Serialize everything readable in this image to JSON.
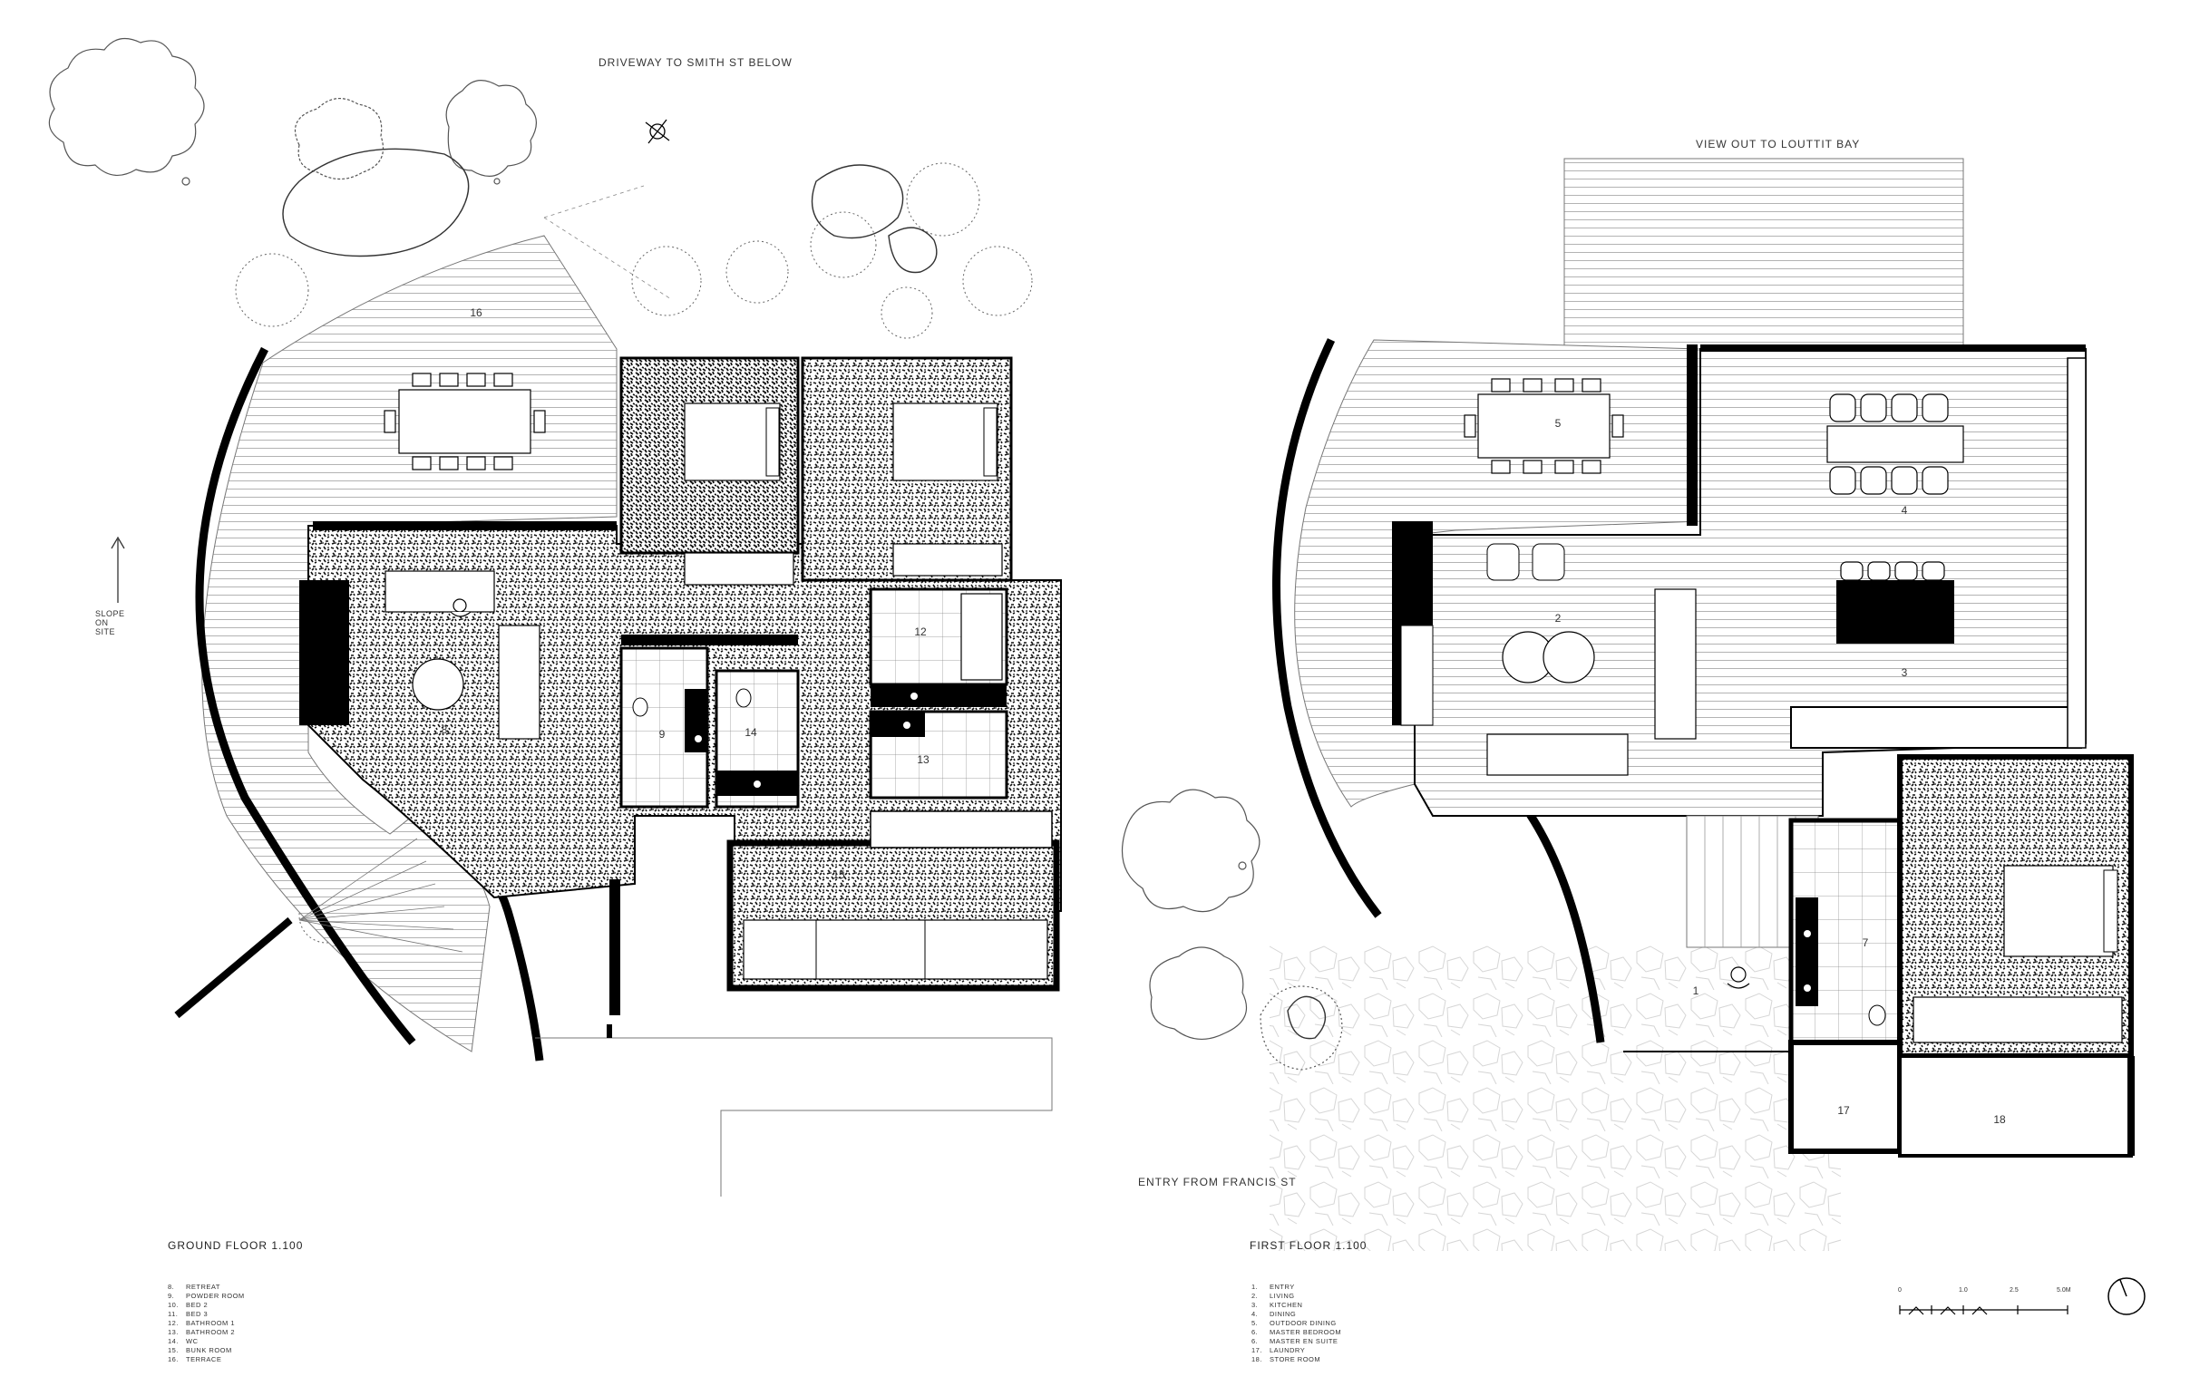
{
  "ground": {
    "top_caption": "DRIVEWAY TO SMITH ST BELOW",
    "slope": [
      "SLOPE",
      "ON",
      "SITE"
    ],
    "title": "GROUND FLOOR  1.100",
    "rooms": [
      "16",
      "8",
      "9",
      "14",
      "12",
      "13",
      "15"
    ],
    "legend": [
      {
        "n": "8.",
        "t": "RETREAT"
      },
      {
        "n": "9.",
        "t": "POWDER ROOM"
      },
      {
        "n": "10.",
        "t": "BED 2"
      },
      {
        "n": "11.",
        "t": "BED 3"
      },
      {
        "n": "12.",
        "t": "BATHROOM 1"
      },
      {
        "n": "13.",
        "t": "BATHROOM 2"
      },
      {
        "n": "14.",
        "t": "WC"
      },
      {
        "n": "15.",
        "t": "BUNK ROOM"
      },
      {
        "n": "16.",
        "t": "TERRACE"
      }
    ]
  },
  "first": {
    "top_caption": "VIEW OUT TO LOUTTIT BAY",
    "entry_caption": "ENTRY FROM FRANCIS ST",
    "title": "FIRST FLOOR  1.100",
    "rooms": [
      "5",
      "4",
      "2",
      "3",
      "7",
      "1",
      "17",
      "18"
    ],
    "legend": [
      {
        "n": "1.",
        "t": "ENTRY"
      },
      {
        "n": "2.",
        "t": "LIVING"
      },
      {
        "n": "3.",
        "t": "KITCHEN"
      },
      {
        "n": "4.",
        "t": "DINING"
      },
      {
        "n": "5.",
        "t": "OUTDOOR DINING"
      },
      {
        "n": "6.",
        "t": "MASTER BEDROOM"
      },
      {
        "n": "6.",
        "t": "MASTER EN SUITE"
      },
      {
        "n": "17.",
        "t": "LAUNDRY"
      },
      {
        "n": "18.",
        "t": "STORE ROOM"
      }
    ]
  },
  "scale": {
    "ticks": [
      "0",
      "1.0",
      "2.5",
      "5.0M"
    ]
  },
  "icons": [
    "north-arrow-icon",
    "slope-arrow-icon",
    "person-icon",
    "tree-icon"
  ]
}
